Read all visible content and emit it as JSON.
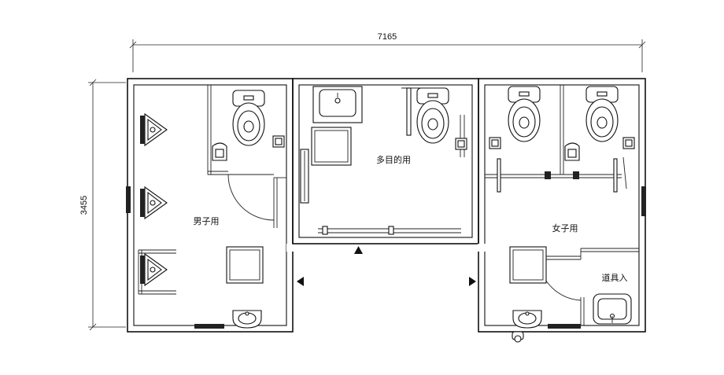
{
  "dimensions": {
    "width": "7165",
    "height": "3455"
  },
  "rooms": {
    "mens": "男子用",
    "multipurpose": "多目的用",
    "womens": "女子用",
    "storage": "道具入"
  },
  "icons": [
    "toilet-icon",
    "urinal-icon",
    "sink-icon",
    "grab-bar-icon",
    "paper-holder-icon",
    "service-sink-icon",
    "entrance-arrow-icon",
    "door-swing-icon"
  ]
}
